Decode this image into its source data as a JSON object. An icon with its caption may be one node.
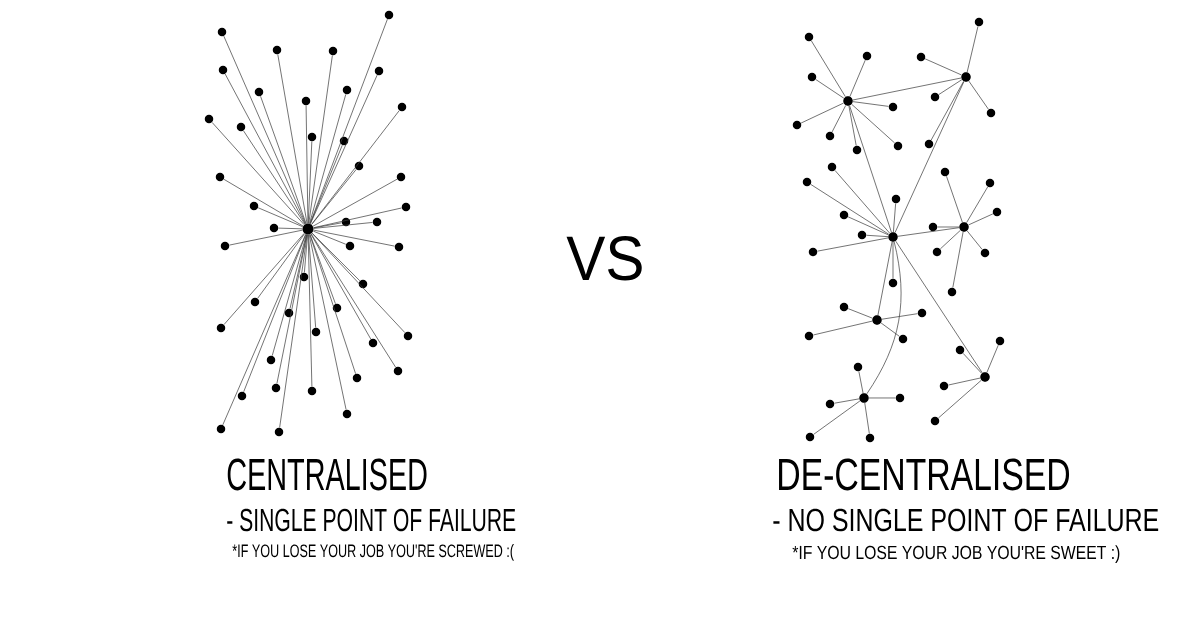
{
  "diagram": {
    "nodes": [
      {
        "text": [],
        "shape": "circle"
      },
      {
        "text": [],
        "shape": "circle"
      },
      {
        "text": [],
        "shape": "circle"
      },
      {
        "text": [],
        "shape": "circle"
      },
      {
        "text": [],
        "shape": "circle"
      },
      {
        "text": [],
        "shape": "circle"
      },
      {
        "text": [],
        "shape": "circle"
      },
      {
        "text": [],
        "shape": "circle"
      },
      {
        "text": [],
        "shape": "circle"
      },
      {
        "text": [],
        "shape": "circle"
      },
      {
        "text": [],
        "shape": "circle"
      },
      {
        "text": [],
        "shape": "circle"
      },
      {
        "text": [],
        "shape": "circle"
      },
      {
        "text": [],
        "shape": "circle"
      },
      {
        "text": [],
        "shape": "circle"
      },
      {
        "text": [],
        "shape": "circle"
      },
      {
        "text": [],
        "shape": "circle"
      },
      {
        "text": [],
        "shape": "circle"
      },
      {
        "text": [],
        "shape": "circle"
      },
      {
        "text": [],
        "shape": "circle"
      },
      {
        "text": [],
        "shape": "circle"
      },
      {
        "text": [],
        "shape": "circle"
      },
      {
        "text": [],
        "shape": "circle"
      },
      {
        "text": [],
        "shape": "circle"
      },
      {
        "text": [],
        "shape": "circle"
      },
      {
        "text": [],
        "shape": "circle"
      },
      {
        "text": [],
        "shape": "circle"
      },
      {
        "text": [],
        "shape": "circle"
      },
      {
        "text": [],
        "shape": "circle"
      },
      {
        "text": [],
        "shape": "circle"
      },
      {
        "text": [],
        "shape": "circle"
      },
      {
        "text": [],
        "shape": "circle"
      },
      {
        "text": [],
        "shape": "circle"
      },
      {
        "text": [],
        "shape": "circle"
      },
      {
        "text": [],
        "shape": "circle"
      },
      {
        "text": [],
        "shape": "circle"
      },
      {
        "text": [],
        "shape": "circle"
      },
      {
        "text": [],
        "shape": "circle"
      },
      {
        "text": [],
        "shape": "circle"
      },
      {
        "text": [],
        "shape": "circle"
      },
      {
        "text": [],
        "shape": "circle"
      },
      {
        "text": [],
        "shape": "circle"
      },
      {
        "text": [],
        "shape": "circle"
      },
      {
        "text": [],
        "shape": "circle"
      },
      {
        "text": [],
        "shape": "circle"
      },
      {
        "text": [],
        "shape": "circle"
      },
      {
        "text": [],
        "shape": "circle"
      },
      {
        "text": [],
        "shape": "circle"
      },
      {
        "text": [],
        "shape": "circle"
      },
      {
        "text": [],
        "shape": "circle"
      },
      {
        "text": [],
        "shape": "circle"
      },
      {
        "text": [],
        "shape": "circle"
      },
      {
        "text": [],
        "shape": "circle"
      },
      {
        "text": [],
        "shape": "circle"
      },
      {
        "text": [],
        "shape": "circle"
      },
      {
        "text": [],
        "shape": "circle"
      },
      {
        "text": [],
        "shape": "circle"
      },
      {
        "text": [],
        "shape": "circle"
      },
      {
        "text": [],
        "shape": "circle"
      },
      {
        "text": [],
        "shape": "circle"
      },
      {
        "text": [],
        "shape": "circle"
      },
      {
        "text": [],
        "shape": "circle"
      },
      {
        "text": [],
        "shape": "circle"
      },
      {
        "text": [],
        "shape": "circle"
      },
      {
        "text": [],
        "shape": "circle"
      },
      {
        "text": [],
        "shape": "circle"
      },
      {
        "text": [],
        "shape": "circle"
      },
      {
        "text": [],
        "shape": "circle"
      },
      {
        "text": [],
        "shape": "circle"
      },
      {
        "text": [],
        "shape": "circle"
      },
      {
        "text": [],
        "shape": "circle"
      },
      {
        "text": [],
        "shape": "circle"
      },
      {
        "text": [],
        "shape": "circle"
      },
      {
        "text": [],
        "shape": "circle"
      },
      {
        "text": [],
        "shape": "circle"
      },
      {
        "text": [],
        "shape": "circle"
      },
      {
        "text": [],
        "shape": "circle"
      },
      {
        "text": [],
        "shape": "circle"
      },
      {
        "text": [],
        "shape": "circle"
      },
      {
        "text": [],
        "shape": "circle"
      },
      {
        "text": [],
        "shape": "circle"
      },
      {
        "text": [],
        "shape": "circle"
      },
      {
        "text": [],
        "shape": "circle"
      },
      {
        "text": [],
        "shape": "circle"
      },
      {
        "text": [],
        "shape": "circle"
      },
      {
        "text": [],
        "shape": "circle"
      },
      {
        "text": [],
        "shape": "circle"
      },
      {
        "text": [],
        "shape": "circle"
      },
      {
        "text": [],
        "shape": "circle"
      },
      {
        "text": [],
        "shape": "circle"
      },
      {
        "text": [],
        "shape": "circle"
      }
    ],
    "edges": [
      {
        "from": 22,
        "to": 0,
        "arrow": "none"
      },
      {
        "from": 22,
        "to": 1,
        "arrow": "none"
      },
      {
        "from": 22,
        "to": 2,
        "arrow": "none"
      },
      {
        "from": 22,
        "to": 3,
        "arrow": "none"
      },
      {
        "from": 22,
        "to": 4,
        "arrow": "none"
      },
      {
        "from": 22,
        "to": 5,
        "arrow": "none"
      },
      {
        "from": 22,
        "to": 6,
        "arrow": "none"
      },
      {
        "from": 22,
        "to": 7,
        "arrow": "none"
      },
      {
        "from": 22,
        "to": 8,
        "arrow": "none"
      },
      {
        "from": 22,
        "to": 9,
        "arrow": "none"
      },
      {
        "from": 22,
        "to": 10,
        "arrow": "none"
      },
      {
        "from": 22,
        "to": 11,
        "arrow": "none"
      },
      {
        "from": 22,
        "to": 12,
        "arrow": "none"
      },
      {
        "from": 22,
        "to": 13,
        "arrow": "none"
      },
      {
        "from": 22,
        "to": 14,
        "arrow": "none"
      },
      {
        "from": 22,
        "to": 15,
        "arrow": "none"
      },
      {
        "from": 22,
        "to": 16,
        "arrow": "none"
      },
      {
        "from": 22,
        "to": 17,
        "arrow": "none"
      },
      {
        "from": 22,
        "to": 18,
        "arrow": "none"
      },
      {
        "from": 22,
        "to": 19,
        "arrow": "none"
      },
      {
        "from": 22,
        "to": 20,
        "arrow": "none"
      },
      {
        "from": 22,
        "to": 21,
        "arrow": "none"
      },
      {
        "from": 22,
        "to": 23,
        "arrow": "none"
      },
      {
        "from": 22,
        "to": 24,
        "arrow": "none"
      },
      {
        "from": 22,
        "to": 25,
        "arrow": "none"
      },
      {
        "from": 22,
        "to": 26,
        "arrow": "none"
      },
      {
        "from": 22,
        "to": 27,
        "arrow": "none"
      },
      {
        "from": 22,
        "to": 28,
        "arrow": "none"
      },
      {
        "from": 22,
        "to": 29,
        "arrow": "none"
      },
      {
        "from": 22,
        "to": 30,
        "arrow": "none"
      },
      {
        "from": 22,
        "to": 31,
        "arrow": "none"
      },
      {
        "from": 22,
        "to": 32,
        "arrow": "none"
      },
      {
        "from": 22,
        "to": 33,
        "arrow": "none"
      },
      {
        "from": 22,
        "to": 34,
        "arrow": "none"
      },
      {
        "from": 22,
        "to": 35,
        "arrow": "none"
      },
      {
        "from": 22,
        "to": 36,
        "arrow": "none"
      },
      {
        "from": 22,
        "to": 37,
        "arrow": "none"
      },
      {
        "from": 22,
        "to": 38,
        "arrow": "none"
      },
      {
        "from": 22,
        "to": 39,
        "arrow": "none"
      },
      {
        "from": 22,
        "to": 40,
        "arrow": "none"
      },
      {
        "from": 22,
        "to": 41,
        "arrow": "none"
      },
      {
        "from": 22,
        "to": 42,
        "arrow": "none"
      },
      {
        "from": 22,
        "to": 43,
        "arrow": "none"
      },
      {
        "from": 51,
        "to": 45,
        "arrow": "none"
      },
      {
        "from": 51,
        "to": 46,
        "arrow": "none"
      },
      {
        "from": 51,
        "to": 48,
        "arrow": "none"
      },
      {
        "from": 51,
        "to": 52,
        "arrow": "none"
      },
      {
        "from": 51,
        "to": 54,
        "arrow": "none"
      },
      {
        "from": 51,
        "to": 55,
        "arrow": "none"
      },
      {
        "from": 51,
        "to": 57,
        "arrow": "none"
      },
      {
        "from": 51,
        "to": 58,
        "arrow": "none"
      },
      {
        "from": 51,
        "to": 49,
        "arrow": "none"
      },
      {
        "from": 51,
        "to": 69,
        "arrow": "none"
      },
      {
        "from": 49,
        "to": 44,
        "arrow": "none"
      },
      {
        "from": 49,
        "to": 47,
        "arrow": "none"
      },
      {
        "from": 49,
        "to": 50,
        "arrow": "none"
      },
      {
        "from": 49,
        "to": 53,
        "arrow": "none"
      },
      {
        "from": 49,
        "to": 56,
        "arrow": "none"
      },
      {
        "from": 49,
        "to": 69,
        "arrow": "none"
      },
      {
        "from": 69,
        "to": 59,
        "arrow": "none"
      },
      {
        "from": 69,
        "to": 61,
        "arrow": "none"
      },
      {
        "from": 69,
        "to": 63,
        "arrow": "none"
      },
      {
        "from": 69,
        "to": 65,
        "arrow": "none"
      },
      {
        "from": 69,
        "to": 68,
        "arrow": "none"
      },
      {
        "from": 69,
        "to": 70,
        "arrow": "none"
      },
      {
        "from": 69,
        "to": 73,
        "arrow": "none"
      },
      {
        "from": 69,
        "to": 67,
        "arrow": "none"
      },
      {
        "from": 67,
        "to": 60,
        "arrow": "none"
      },
      {
        "from": 67,
        "to": 62,
        "arrow": "none"
      },
      {
        "from": 67,
        "to": 64,
        "arrow": "none"
      },
      {
        "from": 67,
        "to": 66,
        "arrow": "none"
      },
      {
        "from": 67,
        "to": 71,
        "arrow": "none"
      },
      {
        "from": 67,
        "to": 72,
        "arrow": "none"
      },
      {
        "from": 67,
        "to": 74,
        "arrow": "none"
      },
      {
        "from": 69,
        "to": 77,
        "arrow": "none"
      },
      {
        "from": 77,
        "to": 75,
        "arrow": "none"
      },
      {
        "from": 77,
        "to": 76,
        "arrow": "none"
      },
      {
        "from": 77,
        "to": 78,
        "arrow": "none"
      },
      {
        "from": 77,
        "to": 79,
        "arrow": "none"
      },
      {
        "from": 69,
        "to": 83,
        "arrow": "none"
      },
      {
        "from": 83,
        "to": 80,
        "arrow": "none"
      },
      {
        "from": 83,
        "to": 81,
        "arrow": "none"
      },
      {
        "from": 83,
        "to": 84,
        "arrow": "none"
      },
      {
        "from": 83,
        "to": 88,
        "arrow": "none"
      },
      {
        "from": 69,
        "to": 85,
        "arrow": "none"
      },
      {
        "from": 85,
        "to": 82,
        "arrow": "none"
      },
      {
        "from": 85,
        "to": 86,
        "arrow": "none"
      },
      {
        "from": 85,
        "to": 87,
        "arrow": "none"
      },
      {
        "from": 85,
        "to": 89,
        "arrow": "none"
      },
      {
        "from": 85,
        "to": 90,
        "arrow": "none"
      }
    ],
    "labels": [
      "VS",
      "CENTRALISED",
      "DE-CENTRALISED",
      "- SINGLE POINT OF FAILURE",
      "- NO SINGLE POINT OF FAILURE",
      "*IF YOU LOSE YOUR JOB YOU'RE SCREWED :(",
      "*IF YOU LOSE YOUR JOB YOU'RE SWEET :)"
    ]
  }
}
